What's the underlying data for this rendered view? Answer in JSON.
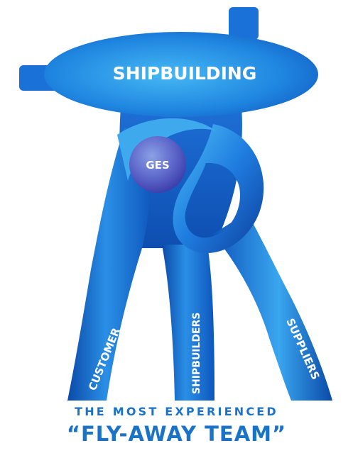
{
  "diagram": {
    "top_label": "SHIPBUILDING",
    "center_label": "GES",
    "legs": [
      {
        "label": "CUSTOMER"
      },
      {
        "label": "SHIPBUILDERS"
      },
      {
        "label": "SUPPLIERS"
      }
    ]
  },
  "tagline": {
    "line1": "THE MOST EXPERIENCED",
    "line2": "“FLY-AWAY TEAM”"
  },
  "colors": {
    "primary": "#1565d8",
    "light": "#3fb0f0",
    "dark": "#0b3d91",
    "text": "#1b73c7"
  }
}
